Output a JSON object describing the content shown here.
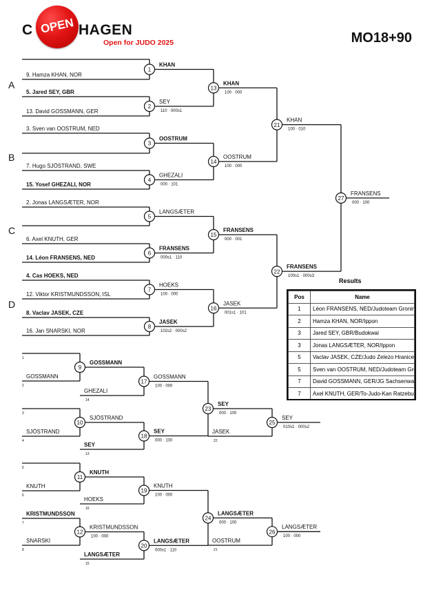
{
  "header": {
    "logo_text_left": "C",
    "logo_text_circle": "OPEN",
    "logo_text_right": "HAGEN",
    "logo_subtitle": "Open for JUDO 2025",
    "category": "MO18+90"
  },
  "pools": [
    "A",
    "B",
    "C",
    "D"
  ],
  "entries": [
    {
      "label": "9. Hamza KHAN, NOR",
      "bold": false
    },
    {
      "label": "5. Jared SEY, GBR",
      "bold": true
    },
    {
      "label": "13. David GOSSMANN, GER",
      "bold": false
    },
    {
      "label": "3. Sven van OOSTRUM, NED",
      "bold": false
    },
    {
      "label": "7. Hugo SJÖSTRAND, SWE",
      "bold": false
    },
    {
      "label": "15. Yosef GHEZALI, NOR",
      "bold": true
    },
    {
      "label": "2. Jonas LANGSÆTER, NOR",
      "bold": false
    },
    {
      "label": "6. Axel KNUTH, GER",
      "bold": false
    },
    {
      "label": "14. Léon FRANSENS, NED",
      "bold": true
    },
    {
      "label": "4. Cas HOEKS, NED",
      "bold": true
    },
    {
      "label": "12. Viktor KRISTMUNDSSON, ISL",
      "bold": false
    },
    {
      "label": "8. Vaclav JASEK, CZE",
      "bold": true
    },
    {
      "label": "16. Jan SNARSKI, NOR",
      "bold": false
    }
  ],
  "matches": [
    {
      "no": "1",
      "winner": "KHAN",
      "score": "",
      "bold": true
    },
    {
      "no": "2",
      "winner": "SEY",
      "score": "110 · 000s1",
      "bold": false
    },
    {
      "no": "3",
      "winner": "OOSTRUM",
      "score": "",
      "bold": true
    },
    {
      "no": "4",
      "winner": "GHEZALI",
      "score": "000 · 101",
      "bold": false
    },
    {
      "no": "5",
      "winner": "LANGSÆTER",
      "score": "",
      "bold": false
    },
    {
      "no": "6",
      "winner": "FRANSENS",
      "score": "000s1 · 110",
      "bold": true
    },
    {
      "no": "7",
      "winner": "HOEKS",
      "score": "100 · 000",
      "bold": false
    },
    {
      "no": "8",
      "winner": "JASEK",
      "score": "102s2 · 000s2",
      "bold": true
    },
    {
      "no": "13",
      "winner": "KHAN",
      "score": "100 · 000",
      "bold": true
    },
    {
      "no": "14",
      "winner": "OOSTRUM",
      "score": "100 · 000",
      "bold": false
    },
    {
      "no": "15",
      "winner": "FRANSENS",
      "score": "000 · 001",
      "bold": true
    },
    {
      "no": "16",
      "winner": "JASEK",
      "score": "001s1 · 101",
      "bold": false
    },
    {
      "no": "21",
      "winner": "KHAN",
      "score": "100 · 010",
      "bold": false
    },
    {
      "no": "22",
      "winner": "FRANSENS",
      "score": "100s1 · 000s3",
      "bold": true
    },
    {
      "no": "27",
      "winner": "FRANSENS",
      "score": "000 · 100",
      "bold": false
    }
  ],
  "repechage": {
    "slots": [
      "1",
      "2",
      "14",
      "3",
      "4",
      "13",
      "5",
      "6",
      "16",
      "7",
      "8",
      "15",
      "22",
      "21"
    ],
    "entries": [
      {
        "label": "GOSSMANN",
        "bold": false
      },
      {
        "label": "GHEZALI",
        "bold": false
      },
      {
        "label": "SJÖSTRAND",
        "bold": false
      },
      {
        "label": "SEY",
        "bold": true
      },
      {
        "label": "KNUTH",
        "bold": false
      },
      {
        "label": "HOEKS",
        "bold": false
      },
      {
        "label": "KRISTMUNDSSON",
        "bold": true
      },
      {
        "label": "SNARSKI",
        "bold": false
      },
      {
        "label": "LANGSÆTER",
        "bold": true
      },
      {
        "label": "JASEK",
        "bold": false
      },
      {
        "label": "OOSTRUM",
        "bold": false
      }
    ],
    "matches": [
      {
        "no": "9",
        "winner": "GOSSMANN",
        "score": "",
        "bold": true
      },
      {
        "no": "10",
        "winner": "SJÖSTRAND",
        "score": "",
        "bold": false
      },
      {
        "no": "11",
        "winner": "KNUTH",
        "score": "",
        "bold": true
      },
      {
        "no": "12",
        "winner": "KRISTMUNDSSON",
        "score": "100 · 000",
        "bold": false
      },
      {
        "no": "17",
        "winner": "GOSSMANN",
        "score": "100 · 000",
        "bold": false
      },
      {
        "no": "18",
        "winner": "SEY",
        "score": "000 · 100",
        "bold": true
      },
      {
        "no": "19",
        "winner": "KNUTH",
        "score": "100 · 000",
        "bold": false
      },
      {
        "no": "20",
        "winner": "LANGSÆTER",
        "score": "000s1 · 110",
        "bold": true
      },
      {
        "no": "23",
        "winner": "SEY",
        "score": "000 · 100",
        "bold": true
      },
      {
        "no": "24",
        "winner": "LANGSÆTER",
        "score": "000 · 100",
        "bold": true
      },
      {
        "no": "25",
        "winner": "SEY",
        "score": "010s1 · 000s2",
        "bold": false
      },
      {
        "no": "26",
        "winner": "LANGSÆTER",
        "score": "100 · 000",
        "bold": false
      }
    ]
  },
  "results": {
    "title": "Results",
    "headers": [
      "Pos",
      "Name"
    ],
    "rows": [
      {
        "pos": "1",
        "name": "Léon FRANSENS, NED/Judoteam Groningen"
      },
      {
        "pos": "2",
        "name": "Hamza KHAN, NOR/Ippon"
      },
      {
        "pos": "3",
        "name": "Jared SEY, GBR/Budokwai"
      },
      {
        "pos": "3",
        "name": "Jonas LANGSÆTER, NOR/Ippon"
      },
      {
        "pos": "5",
        "name": "Vaclav JASEK, CZE/Judo Zelezo Hranice"
      },
      {
        "pos": "5",
        "name": "Sven van OOSTRUM, NED/Judoteam Groningen"
      },
      {
        "pos": "7",
        "name": "David GOSSMANN, GER/JG Sachsenwald Hamburg"
      },
      {
        "pos": "7",
        "name": "Axel KNUTH, GER/To-Judo-Kan Ratzeburg"
      }
    ]
  }
}
